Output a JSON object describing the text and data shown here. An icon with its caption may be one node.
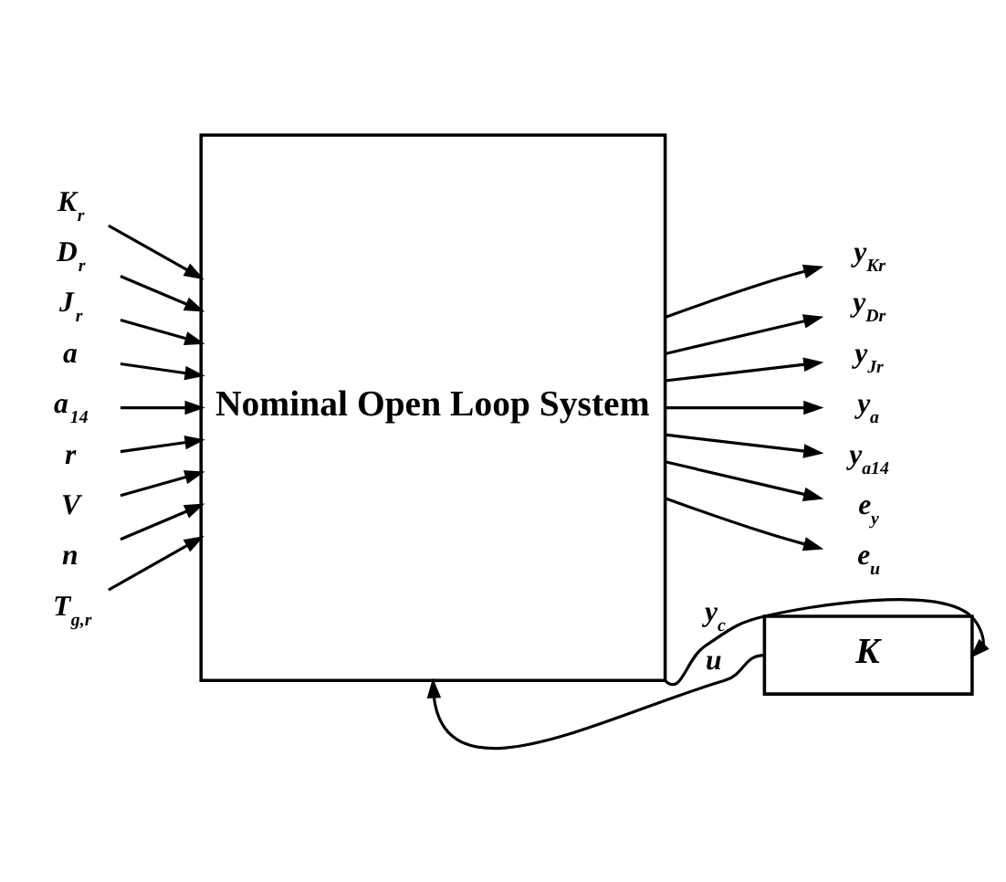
{
  "diagram": {
    "nodes": [
      {
        "text": [
          "K$_{r}$"
        ]
      },
      {
        "text": [
          "D$_{r}$"
        ]
      },
      {
        "text": [
          "J$_{r}$"
        ]
      },
      {
        "text": [
          "a"
        ]
      },
      {
        "text": [
          "a$_{14}$"
        ]
      },
      {
        "text": [
          "r"
        ]
      },
      {
        "text": [
          "V"
        ]
      },
      {
        "text": [
          "n"
        ]
      },
      {
        "text": [
          "T$_{g,r}$"
        ]
      },
      {
        "text": [
          "Nominal Open Loop System"
        ]
      },
      {
        "text": [
          "y$_{Kr}$"
        ]
      },
      {
        "text": [
          "y$_{Dr}$"
        ]
      },
      {
        "text": [
          "y$_{Jr}$"
        ]
      },
      {
        "text": [
          "y$_{a}$"
        ]
      },
      {
        "text": [
          "y$_{a14}$"
        ]
      },
      {
        "text": [
          "e$_{y}$"
        ]
      },
      {
        "text": [
          "e$_{u}$"
        ]
      },
      {
        "text": [
          "K"
        ]
      }
    ],
    "edges": [
      {
        "from": 0,
        "to": 9,
        "arrow": "to"
      },
      {
        "from": 1,
        "to": 9,
        "arrow": "to"
      },
      {
        "from": 2,
        "to": 9,
        "arrow": "to"
      },
      {
        "from": 3,
        "to": 9,
        "arrow": "to"
      },
      {
        "from": 4,
        "to": 9,
        "arrow": "to"
      },
      {
        "from": 5,
        "to": 9,
        "arrow": "to"
      },
      {
        "from": 6,
        "to": 9,
        "arrow": "to"
      },
      {
        "from": 7,
        "to": 9,
        "arrow": "to"
      },
      {
        "from": 8,
        "to": 9,
        "arrow": "to"
      },
      {
        "from": 9,
        "to": 10,
        "arrow": "to"
      },
      {
        "from": 9,
        "to": 11,
        "arrow": "to"
      },
      {
        "from": 9,
        "to": 12,
        "arrow": "to"
      },
      {
        "from": 9,
        "to": 13,
        "arrow": "to"
      },
      {
        "from": 9,
        "to": 14,
        "arrow": "to"
      },
      {
        "from": 9,
        "to": 15,
        "arrow": "to"
      },
      {
        "from": 9,
        "to": 16,
        "arrow": "to"
      },
      {
        "from": 9,
        "to": 17,
        "label": "y$_{c}$",
        "arrow": "to"
      },
      {
        "from": 17,
        "to": 9,
        "label": "u",
        "arrow": "to"
      }
    ]
  }
}
